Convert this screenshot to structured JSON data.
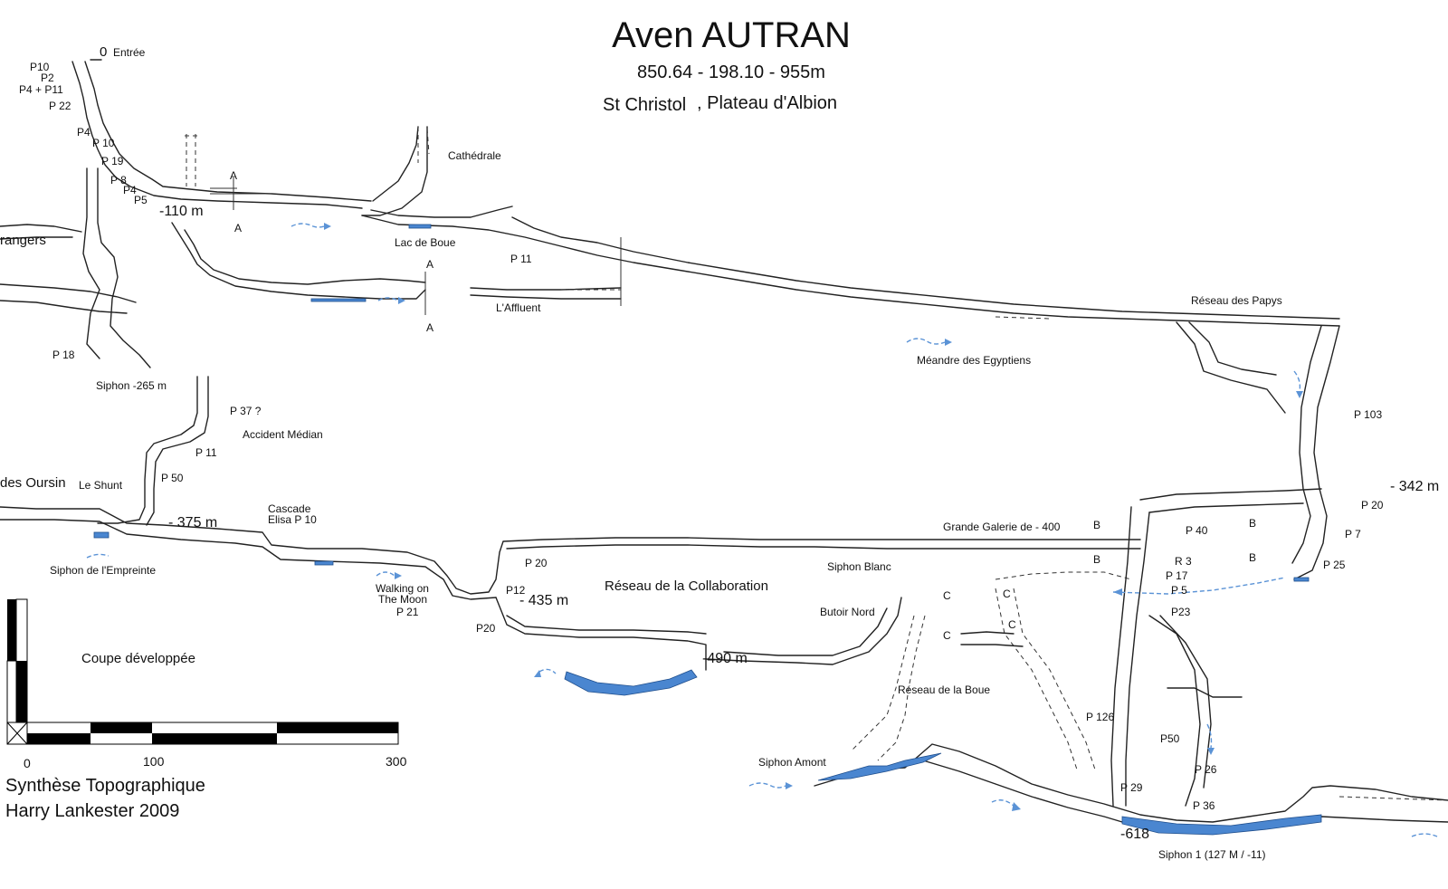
{
  "header": {
    "title": "Aven AUTRAN",
    "coordinates": "850.64 - 198.10 - 955m",
    "location_a": "St Christol",
    "location_b": ", Plateau d'Albion"
  },
  "colors": {
    "water": "#4a86d0",
    "flow": "#5b93d6",
    "ink": "#111111"
  },
  "labels": {
    "entree_zero": "0",
    "entree": "Entrée",
    "p10a": "P10",
    "p2": "P2",
    "p4p11": "P4 + P11",
    "p22": "P 22",
    "p4a": "P4",
    "p10b": "P 10",
    "p19": "P 19",
    "p8": "P 8",
    "p4b": "P4",
    "p5a": "P5",
    "m110": "-110 m",
    "a1": "A",
    "a2": "A",
    "a3": "A",
    "a4": "A",
    "rangers": "rangers",
    "cathedrale": "Cathédrale",
    "lac_boue": "Lac de Boue",
    "p11a": "P 11",
    "affluent": "L'Affluent",
    "p18": "P 18",
    "siphon265": "Siphon -265 m",
    "p37": "P 37 ?",
    "accident": "Accident Médian",
    "p11b": "P 11",
    "oursin": "des Oursin",
    "shunt": "Le Shunt",
    "p50a": "P 50",
    "m375": "- 375 m",
    "cascade1": "Cascade",
    "cascade2": "Elisa P 10",
    "empreinte": "Siphon de l'Empreinte",
    "walking1": "Walking on",
    "walking2": "The Moon",
    "p21": "P 21",
    "p20a": "P 20",
    "p12": "P12",
    "m435": "- 435 m",
    "p20b": "P20",
    "collab": "Réseau de la Collaboration",
    "m490": "-490 m",
    "papys": "Réseau des Papys",
    "egyptiens": "Méandre des Egyptiens",
    "p103": "P 103",
    "m342": "- 342 m",
    "p20c": "P 20",
    "p7": "P 7",
    "p25": "P 25",
    "grande": "Grande Galerie de - 400",
    "b1": "B",
    "b2": "B",
    "b3": "B",
    "b4": "B",
    "p40": "P 40",
    "r3": "R 3",
    "p17": "P 17",
    "p5b": "P 5",
    "p23": "P23",
    "siphon_blanc": "Siphon Blanc",
    "butoir": "Butoir Nord",
    "c1": "C",
    "c2": "C",
    "c3": "C",
    "c4": "C",
    "reseau_boue": "Réseau de la Boue",
    "p126": "P 126",
    "p50b": "P50",
    "p26": "P 26",
    "p29": "P 29",
    "p36": "P 36",
    "m618": "-618",
    "siphon_amont": "Siphon Amont",
    "siphon1": "Siphon 1 (127 M / -11)"
  },
  "legend": {
    "section_type": "Coupe développée",
    "scale_0": "0",
    "scale_100": "100",
    "scale_300": "300",
    "credit_1": "Synthèse Topographique",
    "credit_2": "Harry Lankester 2009"
  }
}
